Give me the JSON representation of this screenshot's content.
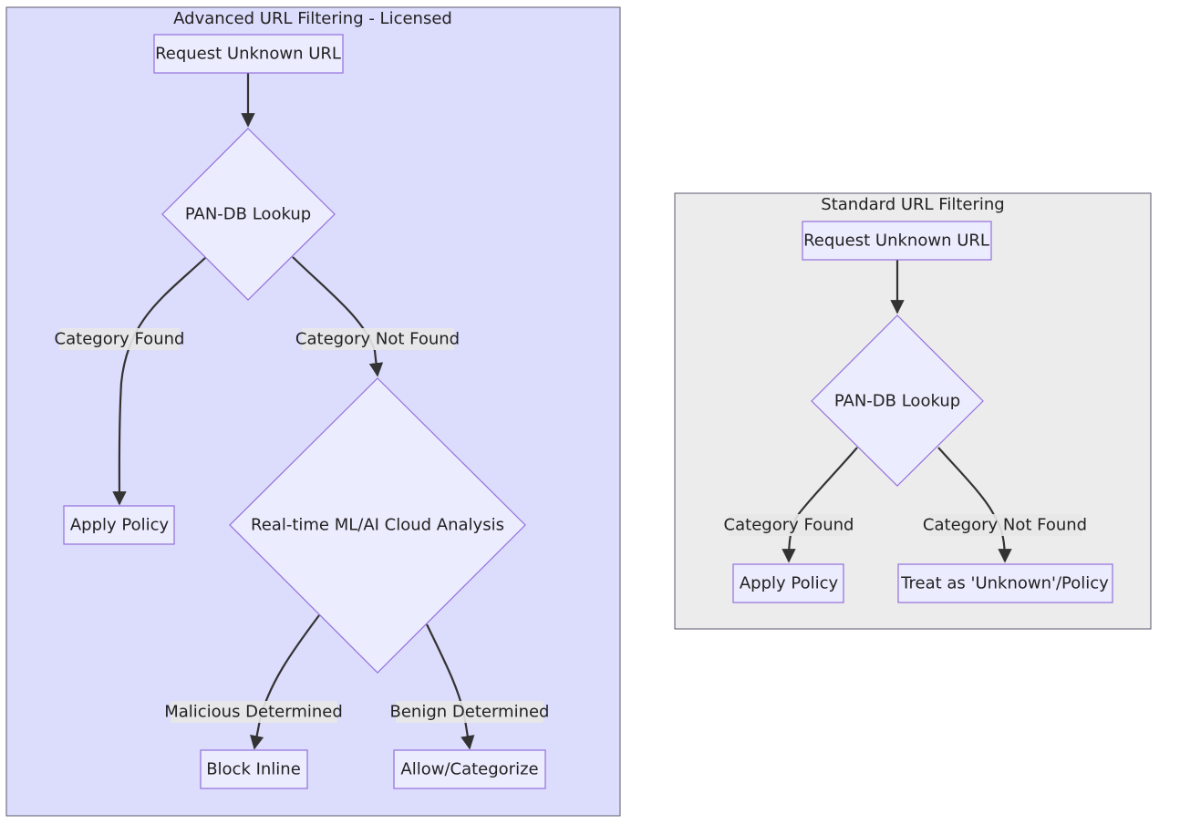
{
  "clusters": {
    "advanced": {
      "title": "Advanced URL Filtering - Licensed",
      "nodes": {
        "request": "Request Unknown URL",
        "lookup": "PAN-DB Lookup",
        "apply_policy": "Apply Policy",
        "ml_analysis": "Real-time ML/AI Cloud Analysis",
        "block": "Block Inline",
        "allow": "Allow/Categorize"
      },
      "edges": {
        "found": "Category Found",
        "not_found": "Category Not Found",
        "malicious": "Malicious Determined",
        "benign": "Benign Determined"
      }
    },
    "standard": {
      "title": "Standard URL Filtering",
      "nodes": {
        "request": "Request Unknown URL",
        "lookup": "PAN-DB Lookup",
        "apply_policy": "Apply Policy",
        "treat_unknown": "Treat as 'Unknown'/Policy"
      },
      "edges": {
        "found": "Category Found",
        "not_found": "Category Not Found"
      }
    }
  },
  "colors": {
    "advanced_bg": "#dcdcfc",
    "standard_bg": "#ececec",
    "node_fill": "#ececff",
    "node_stroke": "#9370db",
    "edge": "#333333"
  }
}
